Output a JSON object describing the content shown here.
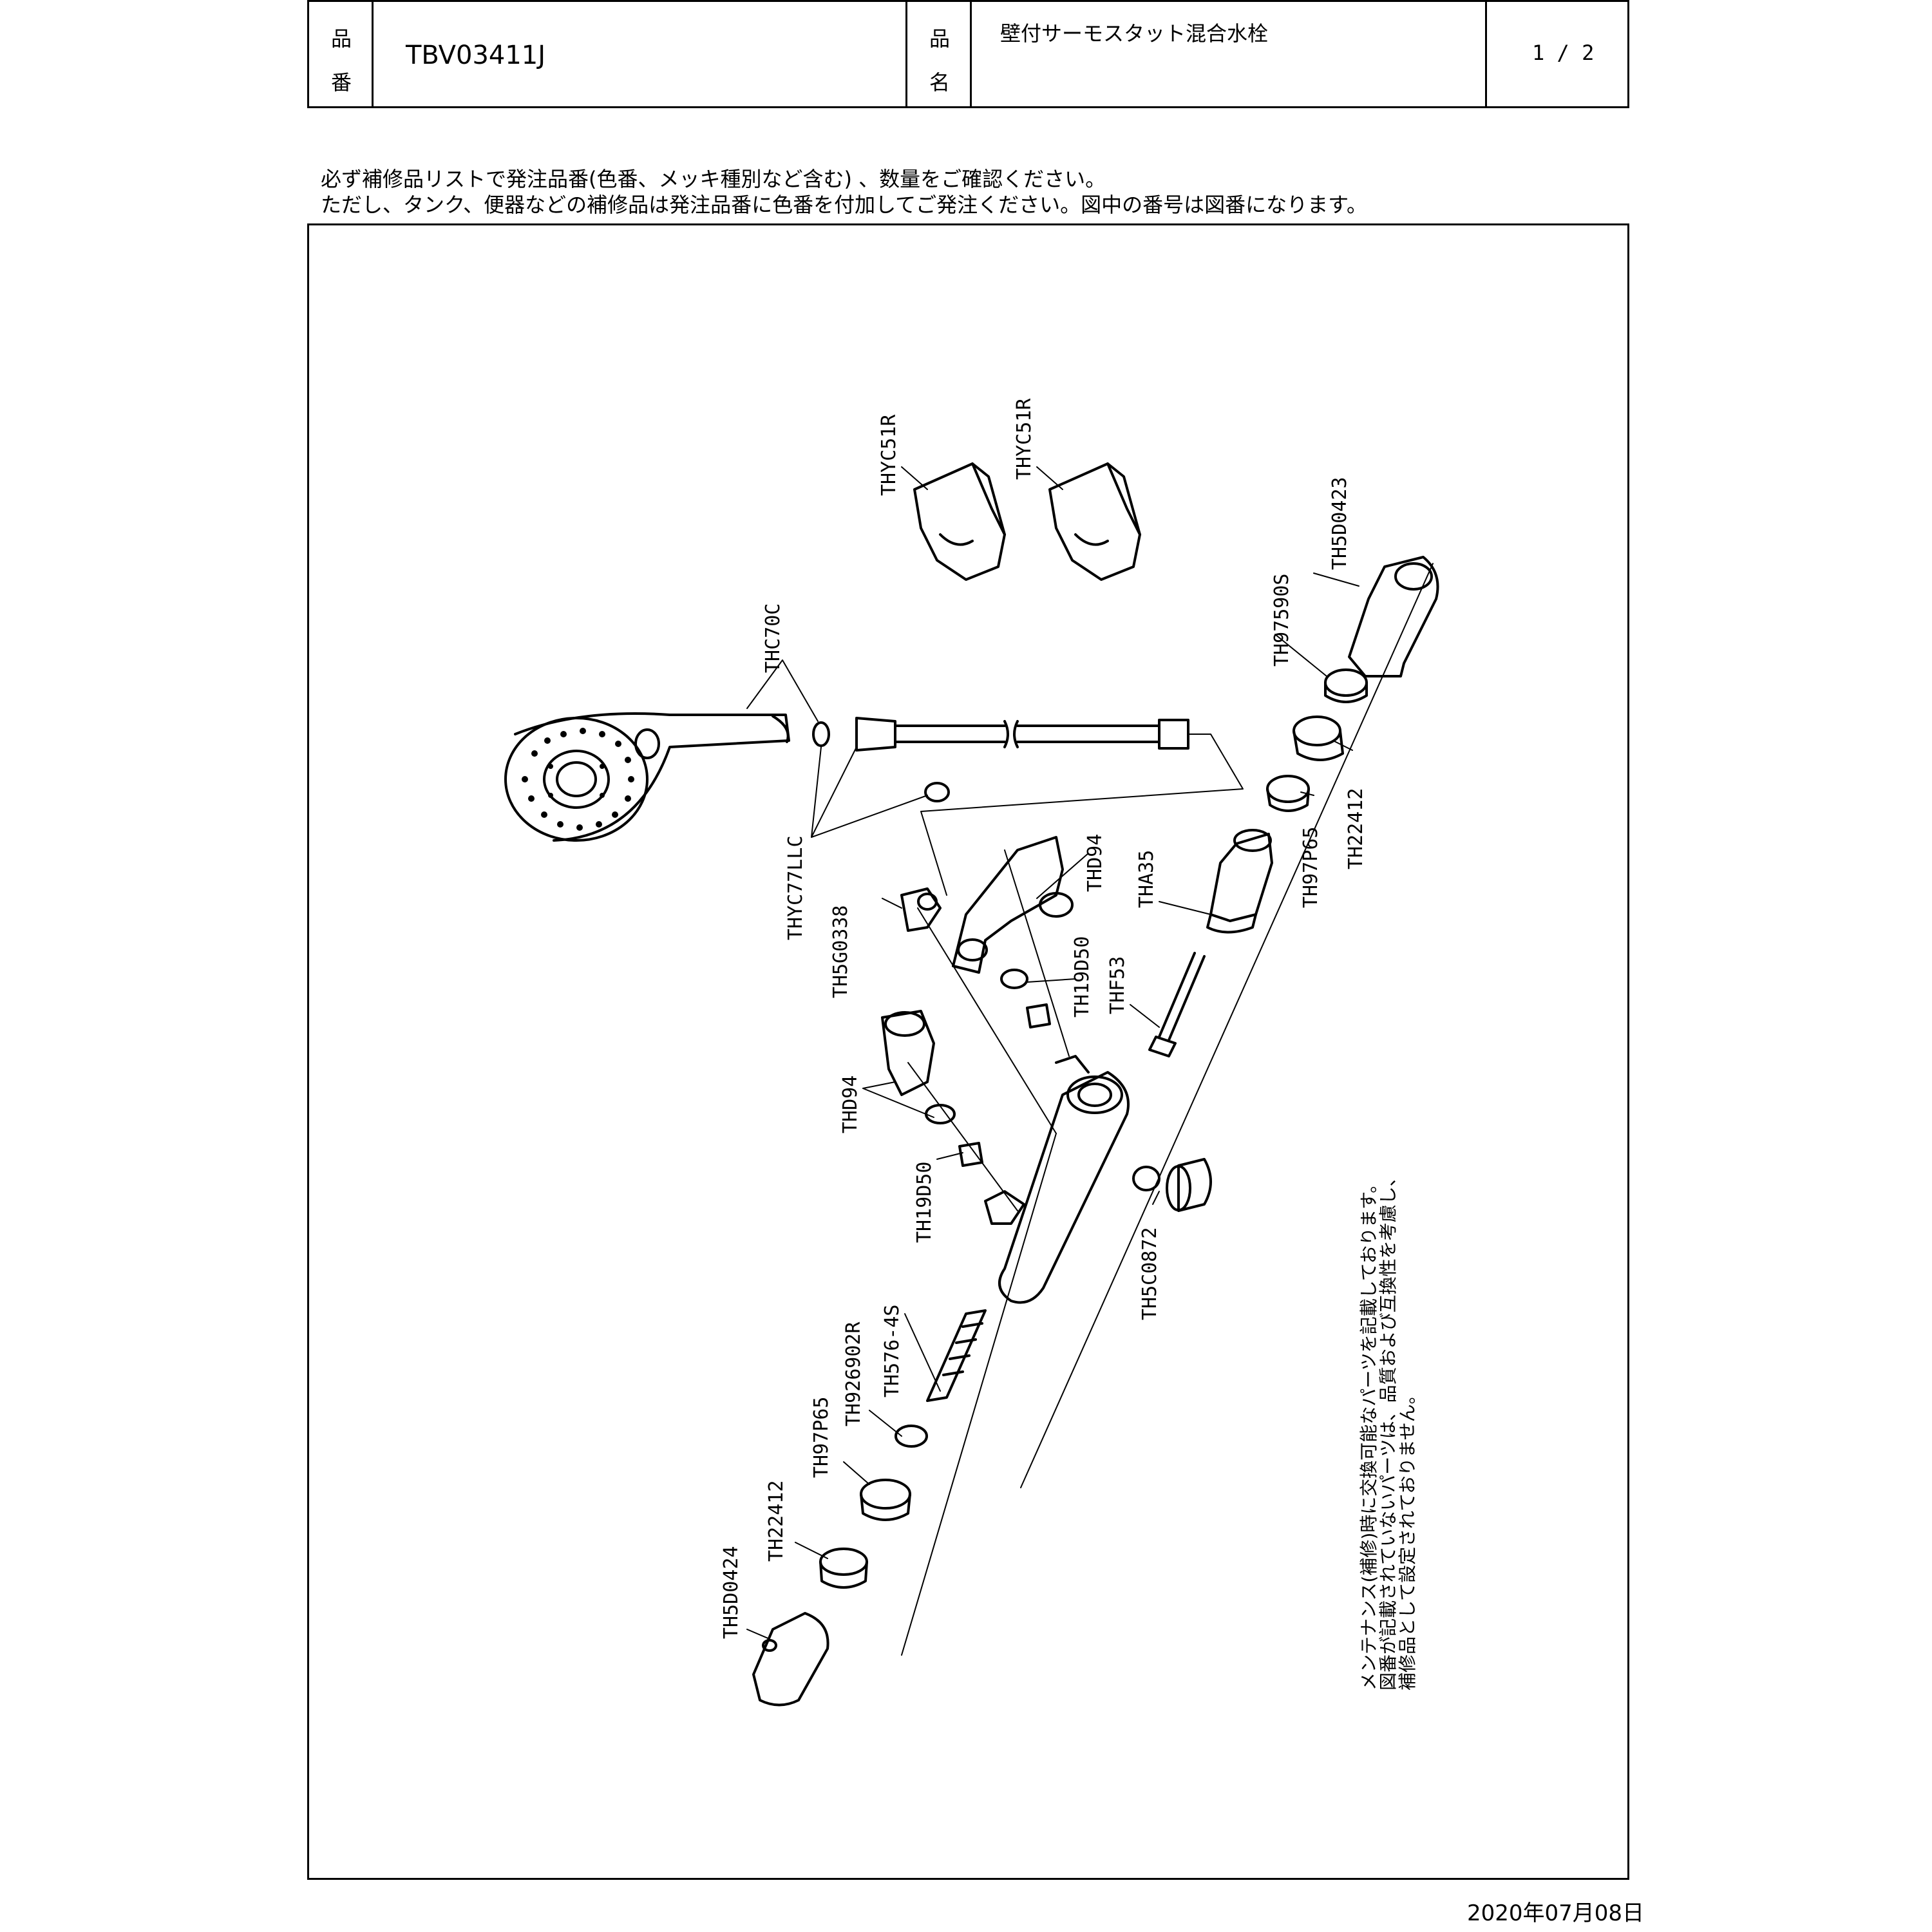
{
  "header": {
    "part_no_label_top": "品",
    "part_no_label_bottom": "番",
    "part_no": "TBV03411J",
    "name_label_top": "品",
    "name_label_bottom": "名",
    "name": "壁付サーモスタット混合水栓",
    "page": "1 / 2"
  },
  "notes": [
    "必ず補修品リストで発注品番(色番、メッキ種別など含む) 、数量をご確認ください。",
    "ただし、タンク、便器などの補修品は発注品番に色番を付加してご発注ください。図中の番号は図番になります。"
  ],
  "parts": {
    "thyc51r_left": "THYC51R",
    "thyc51r_right": "THYC51R",
    "th5d0423": "TH5D0423",
    "th97590s": "TH97590S",
    "thc70c": "THC70C",
    "th22412_top": "TH22412",
    "th97p65_top": "TH97P65",
    "thyc77llc": "THYC77LLC",
    "thd94_top": "THD94",
    "tha35": "THA35",
    "th5g0338": "TH5G0338",
    "th19d50_top": "TH19D50",
    "thf53": "THF53",
    "thd94_left": "THD94",
    "th19d50_left": "TH19D50",
    "th5c0872": "TH5C0872",
    "th576_4s": "TH576-4S",
    "th926902r": "TH926902R",
    "th97p65_bottom": "TH97P65",
    "th22412_bottom": "TH22412",
    "th5d0424": "TH5D0424"
  },
  "side_note": [
    "メンテナンス(補修)時に交換可能なパーツを記載しております。",
    "図番が記載されていないパーツは、品質および互換性を考慮し、",
    "補修品として設定されておりません。"
  ],
  "date": "2020年07月08日"
}
